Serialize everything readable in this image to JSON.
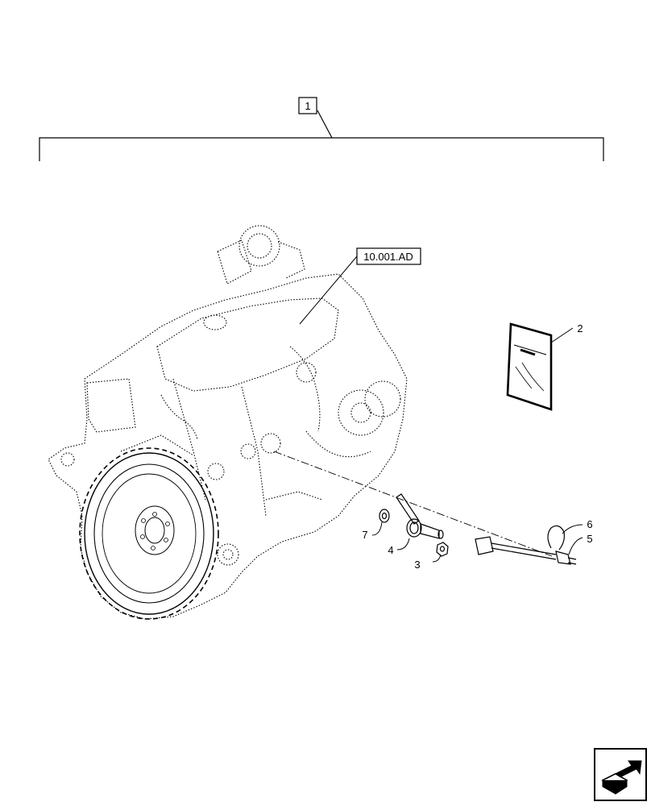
{
  "diagram": {
    "assembly_callout": "1",
    "reference_callout": "10.001.AD",
    "part_callouts": {
      "p2": "2",
      "p3": "3",
      "p4": "4",
      "p5": "5",
      "p6": "6",
      "p7": "7"
    }
  },
  "nav": {
    "next_page_icon": "arrow-box-icon"
  }
}
